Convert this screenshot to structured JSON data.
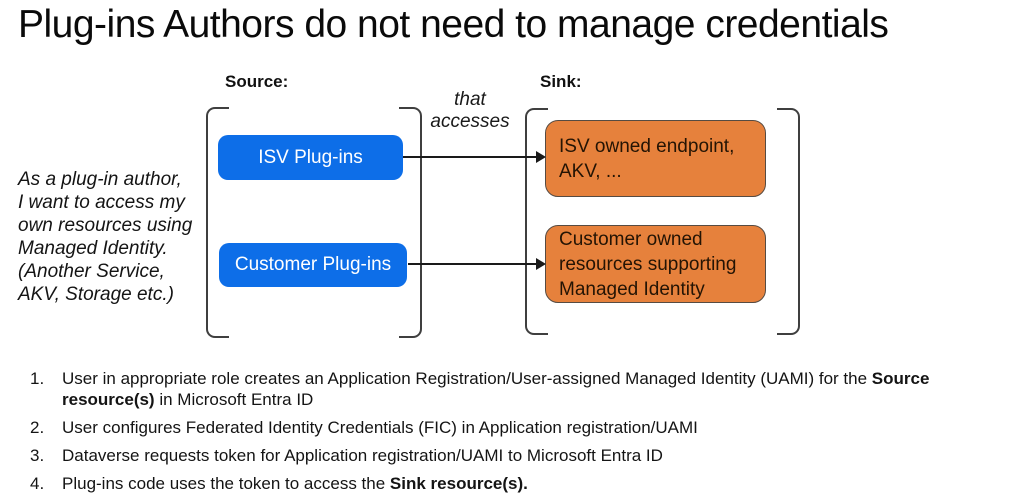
{
  "slide": {
    "title": "Plug-ins Authors do not need to manage credentials"
  },
  "diagram": {
    "source_label": "Source:",
    "sink_label": "Sink:",
    "connector_label": "that\naccesses",
    "user_story": "As a plug-in author,\nI want to access my\nown resources using\nManaged Identity.\n(Another Service,\nAKV, Storage etc.)",
    "source_boxes": [
      {
        "label": "ISV Plug-ins"
      },
      {
        "label": "Customer Plug-ins"
      }
    ],
    "sink_boxes": [
      {
        "label": "ISV owned endpoint,\nAKV, ..."
      },
      {
        "label": "Customer owned\nresources supporting\nManaged Identity"
      }
    ],
    "colors": {
      "source_box_fill": "#0d6ee8",
      "source_box_text": "#ffffff",
      "sink_box_fill": "#e6813c",
      "sink_box_border": "#564b42",
      "sink_box_text": "#241404",
      "bracket_stroke": "#3f3f3f",
      "arrow_stroke": "#1a1a1a"
    }
  },
  "steps": {
    "items": [
      {
        "num": "1.",
        "pre": "User in appropriate role creates an Application Registration/User-assigned Managed Identity (UAMI) for the ",
        "bold": "Source resource(s)",
        "post": " in Microsoft Entra ID"
      },
      {
        "num": "2.",
        "pre": "User configures Federated Identity Credentials (FIC) in Application registration/UAMI",
        "bold": "",
        "post": ""
      },
      {
        "num": "3.",
        "pre": "Dataverse requests token for Application registration/UAMI to Microsoft Entra ID",
        "bold": "",
        "post": ""
      },
      {
        "num": "4.",
        "pre": "Plug-ins code uses the token to access the ",
        "bold": "Sink resource(s).",
        "post": ""
      }
    ]
  }
}
